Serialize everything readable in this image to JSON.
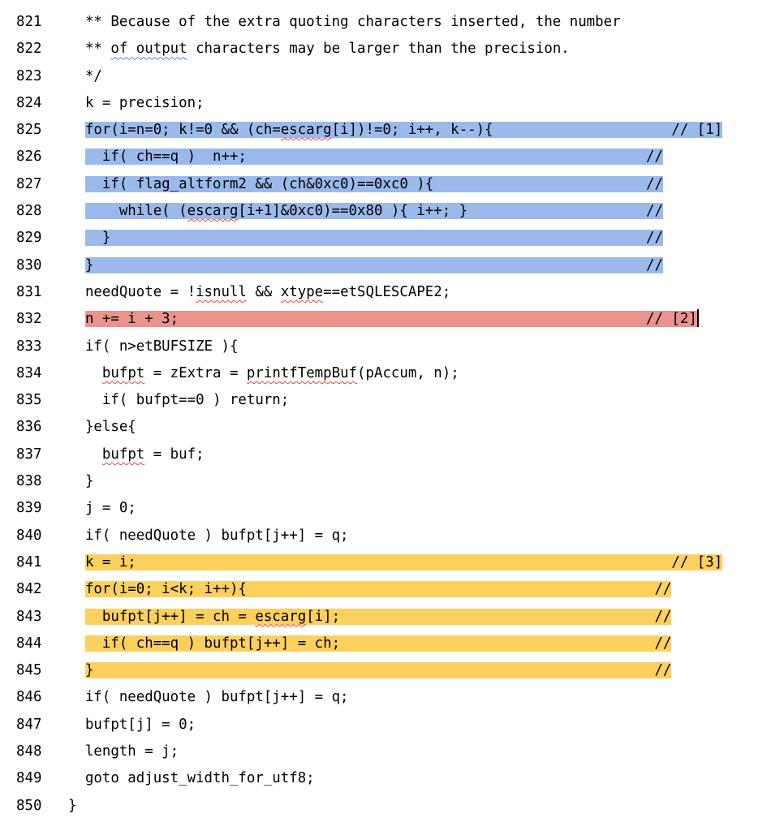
{
  "colors": {
    "highlight_blue": "#9cb9ec",
    "highlight_red": "#e9928e",
    "highlight_yellow": "#fbd05c",
    "squiggle_red": "#e8453c",
    "squiggle_blue": "#4d7fe0",
    "text": "#000000",
    "background": "#ffffff"
  },
  "editor": {
    "lines": [
      {
        "num": "821",
        "hl": "none",
        "pre": "  ",
        "segs": [
          {
            "t": "** Because of the extra quoting characters inserted, the number"
          }
        ]
      },
      {
        "num": "822",
        "hl": "none",
        "pre": "  ",
        "segs": [
          {
            "t": "** "
          },
          {
            "t": "of output",
            "w": "blue"
          },
          {
            "t": " characters may be larger than the precision."
          }
        ]
      },
      {
        "num": "823",
        "hl": "none",
        "pre": "  ",
        "segs": [
          {
            "t": "*/"
          }
        ]
      },
      {
        "num": "824",
        "hl": "none",
        "pre": "  ",
        "segs": [
          {
            "t": "k = precision;"
          }
        ]
      },
      {
        "num": "825",
        "hl": "blue",
        "pre": "  ",
        "segs": [
          {
            "t": "for(i=n=0; k!=0 && (ch="
          },
          {
            "t": "escarg",
            "w": "red"
          },
          {
            "t": "[i])!=0; i++, k--){"
          }
        ],
        "comment": "// [1]",
        "comment_col": 69
      },
      {
        "num": "826",
        "hl": "blue",
        "pre": "  ",
        "segs": [
          {
            "t": "  if( ch==q )  n++;"
          }
        ],
        "comment": "//",
        "comment_col": 66
      },
      {
        "num": "827",
        "hl": "blue",
        "pre": "  ",
        "segs": [
          {
            "t": "  if( flag_altform2 && (ch&0xc0)==0xc0 ){"
          }
        ],
        "comment": "//",
        "comment_col": 66
      },
      {
        "num": "828",
        "hl": "blue",
        "pre": "  ",
        "segs": [
          {
            "t": "    while( ("
          },
          {
            "t": "escarg",
            "w": "red"
          },
          {
            "t": "[i+1]&0xc0)==0x80 ){ i++; }"
          }
        ],
        "comment": "//",
        "comment_col": 66
      },
      {
        "num": "829",
        "hl": "blue",
        "pre": "  ",
        "segs": [
          {
            "t": "  }"
          }
        ],
        "comment": "//",
        "comment_col": 66
      },
      {
        "num": "830",
        "hl": "blue",
        "pre": "  ",
        "segs": [
          {
            "t": "}"
          }
        ],
        "comment": "//",
        "comment_col": 66
      },
      {
        "num": "831",
        "hl": "none",
        "pre": "  ",
        "segs": [
          {
            "t": "needQuote = !"
          },
          {
            "t": "isnull",
            "w": "red"
          },
          {
            "t": " && "
          },
          {
            "t": "xtype",
            "w": "red"
          },
          {
            "t": "==etSQLESCAPE2;"
          }
        ]
      },
      {
        "num": "832",
        "hl": "red",
        "pre": "  ",
        "segs": [
          {
            "t": "n += i + 3;"
          }
        ],
        "comment": "// [2]",
        "comment_col": 66,
        "cursor": true
      },
      {
        "num": "833",
        "hl": "none",
        "pre": "  ",
        "segs": [
          {
            "t": "if( n>etBUFSIZE ){"
          }
        ]
      },
      {
        "num": "834",
        "hl": "none",
        "pre": "  ",
        "segs": [
          {
            "t": "  "
          },
          {
            "t": "bufpt",
            "w": "red"
          },
          {
            "t": " = zExtra = "
          },
          {
            "t": "printfTempBuf",
            "w": "red"
          },
          {
            "t": "(pAccum, n);"
          }
        ]
      },
      {
        "num": "835",
        "hl": "none",
        "pre": "  ",
        "segs": [
          {
            "t": "  if( bufpt==0 ) return;"
          }
        ]
      },
      {
        "num": "836",
        "hl": "none",
        "pre": "  ",
        "segs": [
          {
            "t": "}else{"
          }
        ]
      },
      {
        "num": "837",
        "hl": "none",
        "pre": "  ",
        "segs": [
          {
            "t": "  "
          },
          {
            "t": "bufpt",
            "w": "red"
          },
          {
            "t": " = buf;"
          }
        ]
      },
      {
        "num": "838",
        "hl": "none",
        "pre": "  ",
        "segs": [
          {
            "t": "}"
          }
        ]
      },
      {
        "num": "839",
        "hl": "none",
        "pre": "  ",
        "segs": [
          {
            "t": "j = 0;"
          }
        ]
      },
      {
        "num": "840",
        "hl": "none",
        "pre": "  ",
        "segs": [
          {
            "t": "if( needQuote ) bufpt[j++] = q;"
          }
        ]
      },
      {
        "num": "841",
        "hl": "yellow",
        "pre": "  ",
        "segs": [
          {
            "t": "k = i;"
          }
        ],
        "comment": "// [3]",
        "comment_col": 69
      },
      {
        "num": "842",
        "hl": "yellow",
        "pre": "  ",
        "segs": [
          {
            "t": "for(i=0; i<k; i++){"
          }
        ],
        "comment": "//",
        "comment_col": 67
      },
      {
        "num": "843",
        "hl": "yellow",
        "pre": "  ",
        "segs": [
          {
            "t": "  bufpt[j++] = ch = "
          },
          {
            "t": "escarg",
            "w": "red"
          },
          {
            "t": "[i];"
          }
        ],
        "comment": "//",
        "comment_col": 67
      },
      {
        "num": "844",
        "hl": "yellow",
        "pre": "  ",
        "segs": [
          {
            "t": "  if( ch==q ) bufpt[j++] = ch;"
          }
        ],
        "comment": "//",
        "comment_col": 67
      },
      {
        "num": "845",
        "hl": "yellow",
        "pre": "  ",
        "segs": [
          {
            "t": "}"
          }
        ],
        "comment": "//",
        "comment_col": 67
      },
      {
        "num": "846",
        "hl": "none",
        "pre": "  ",
        "segs": [
          {
            "t": "if( needQuote ) bufpt[j++] = q;"
          }
        ]
      },
      {
        "num": "847",
        "hl": "none",
        "pre": "  ",
        "segs": [
          {
            "t": "bufpt[j] = 0;"
          }
        ]
      },
      {
        "num": "848",
        "hl": "none",
        "pre": "  ",
        "segs": [
          {
            "t": "length = j;"
          }
        ]
      },
      {
        "num": "849",
        "hl": "none",
        "pre": "  ",
        "segs": [
          {
            "t": "goto adjust_width_for_utf8;"
          }
        ]
      },
      {
        "num": "850",
        "hl": "none",
        "pre": "",
        "segs": [
          {
            "t": "}"
          }
        ]
      }
    ]
  }
}
